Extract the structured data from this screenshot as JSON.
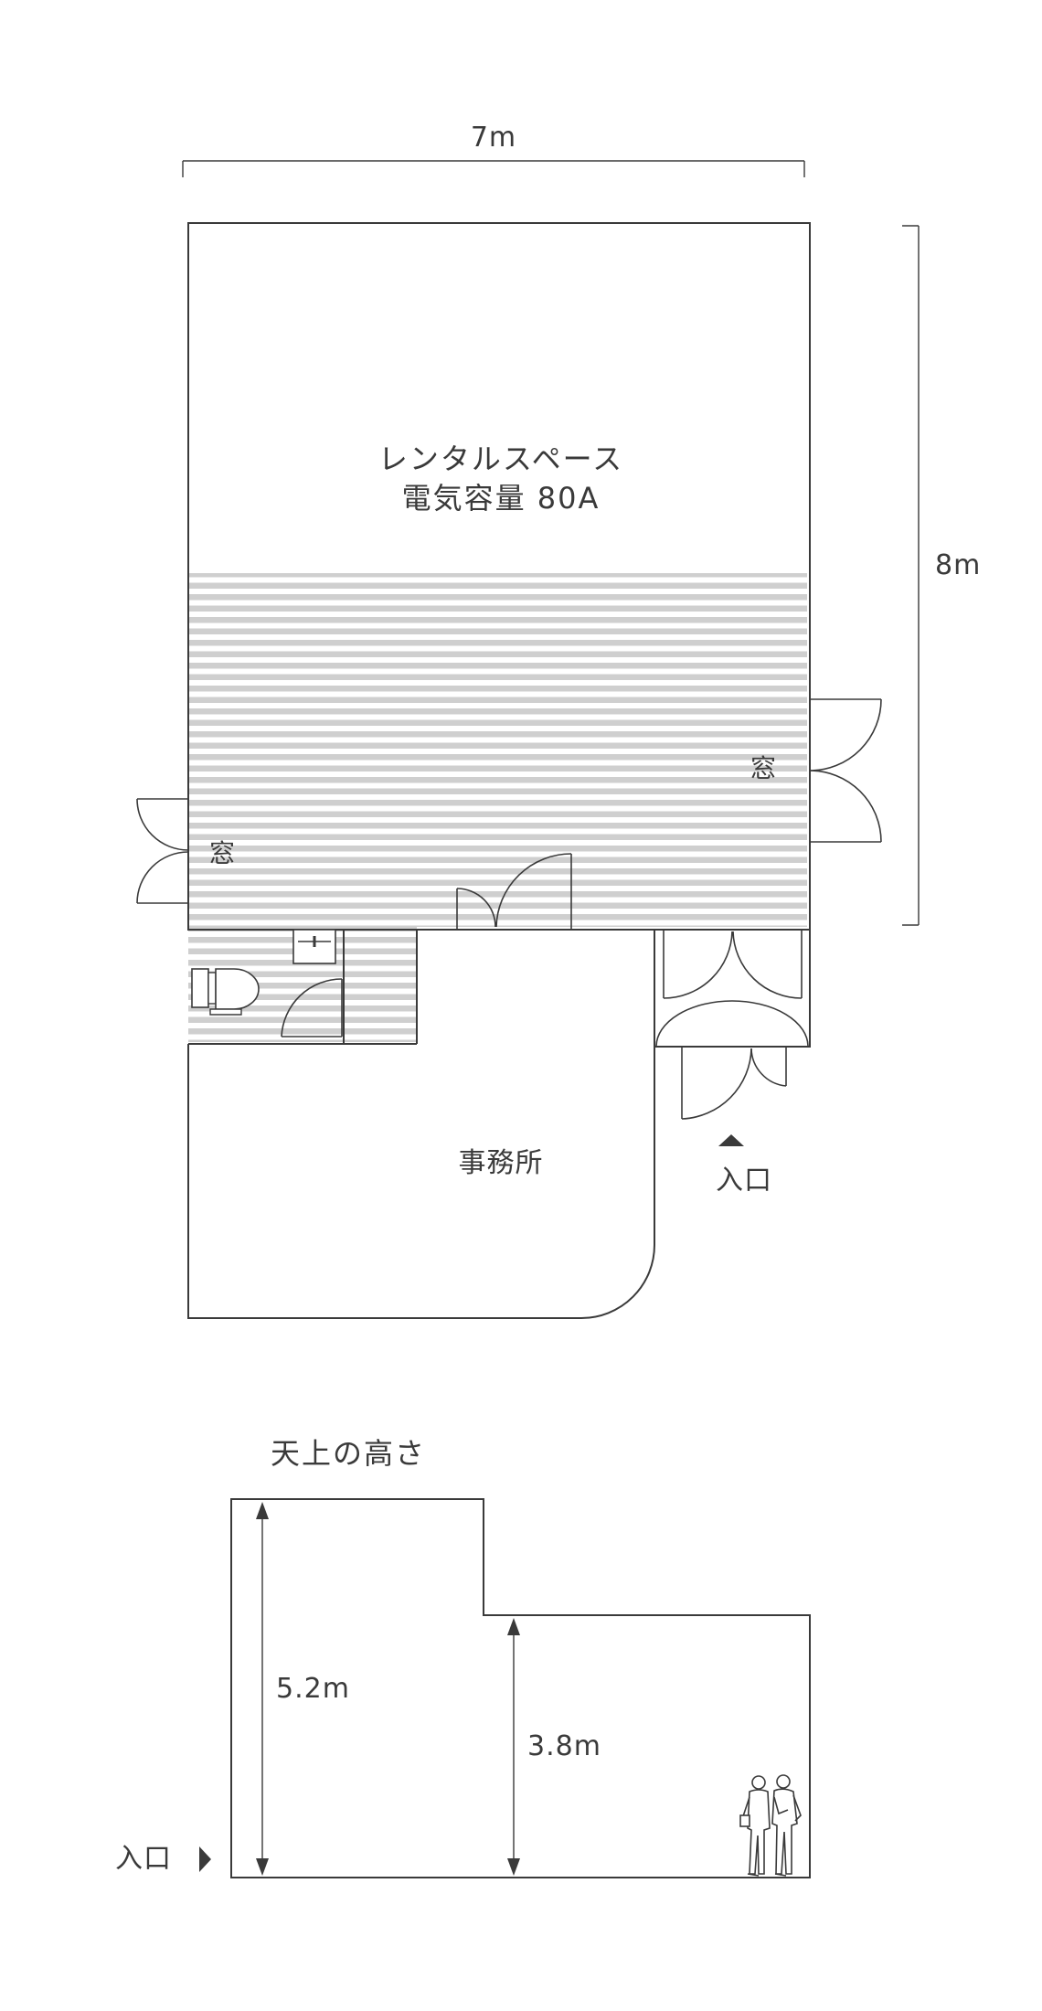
{
  "plan": {
    "width_dim": "7m",
    "depth_dim": "8m",
    "rental_space_name": "レンタルスペース",
    "rental_space_power": "電気容量 80A",
    "window_right": "窓",
    "window_left": "窓",
    "office": "事務所",
    "entrance": "入口"
  },
  "ceiling": {
    "title": "天上の高さ",
    "high_height": "5.2m",
    "low_height": "3.8m",
    "entrance": "入口"
  },
  "colors": {
    "line": "#3a3a3a",
    "stripe": "#cfcfcf",
    "background": "#ffffff"
  }
}
